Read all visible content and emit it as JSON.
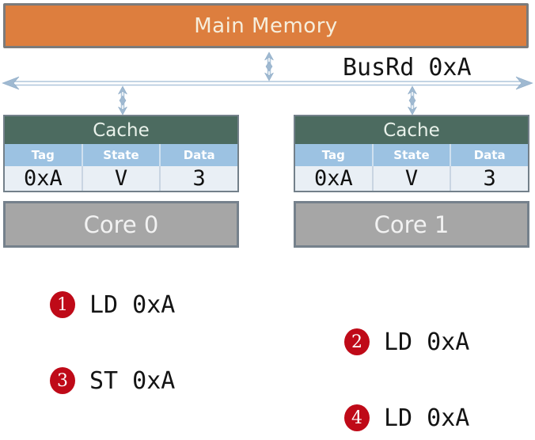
{
  "memory": {
    "label": "Main Memory"
  },
  "bus": {
    "event_label": "BusRd 0xA"
  },
  "caches": [
    {
      "title": "Cache",
      "columns": [
        "Tag",
        "State",
        "Data"
      ],
      "row": {
        "tag": "0xA",
        "state": "V",
        "data": "3"
      },
      "core": {
        "label": "Core 0"
      }
    },
    {
      "title": "Cache",
      "columns": [
        "Tag",
        "State",
        "Data"
      ],
      "row": {
        "tag": "0xA",
        "state": "V",
        "data": "3"
      },
      "core": {
        "label": "Core 1"
      }
    }
  ],
  "steps": [
    {
      "num": "1",
      "label": "LD 0xA"
    },
    {
      "num": "2",
      "label": "LD 0xA"
    },
    {
      "num": "3",
      "label": "ST 0xA"
    },
    {
      "num": "4",
      "label": "LD 0xA"
    }
  ],
  "colors": {
    "memory_fill": "#DD7E3E",
    "bus_arrow": "#A9C2D9",
    "cache_header_fill": "#4C6B60",
    "table_header_fill": "#9CC2E2",
    "table_row_fill": "#E9EFF5",
    "core_fill": "#A6A6A6",
    "highlight_red": "#D11212",
    "step_badge_fill": "#BF0A18"
  }
}
